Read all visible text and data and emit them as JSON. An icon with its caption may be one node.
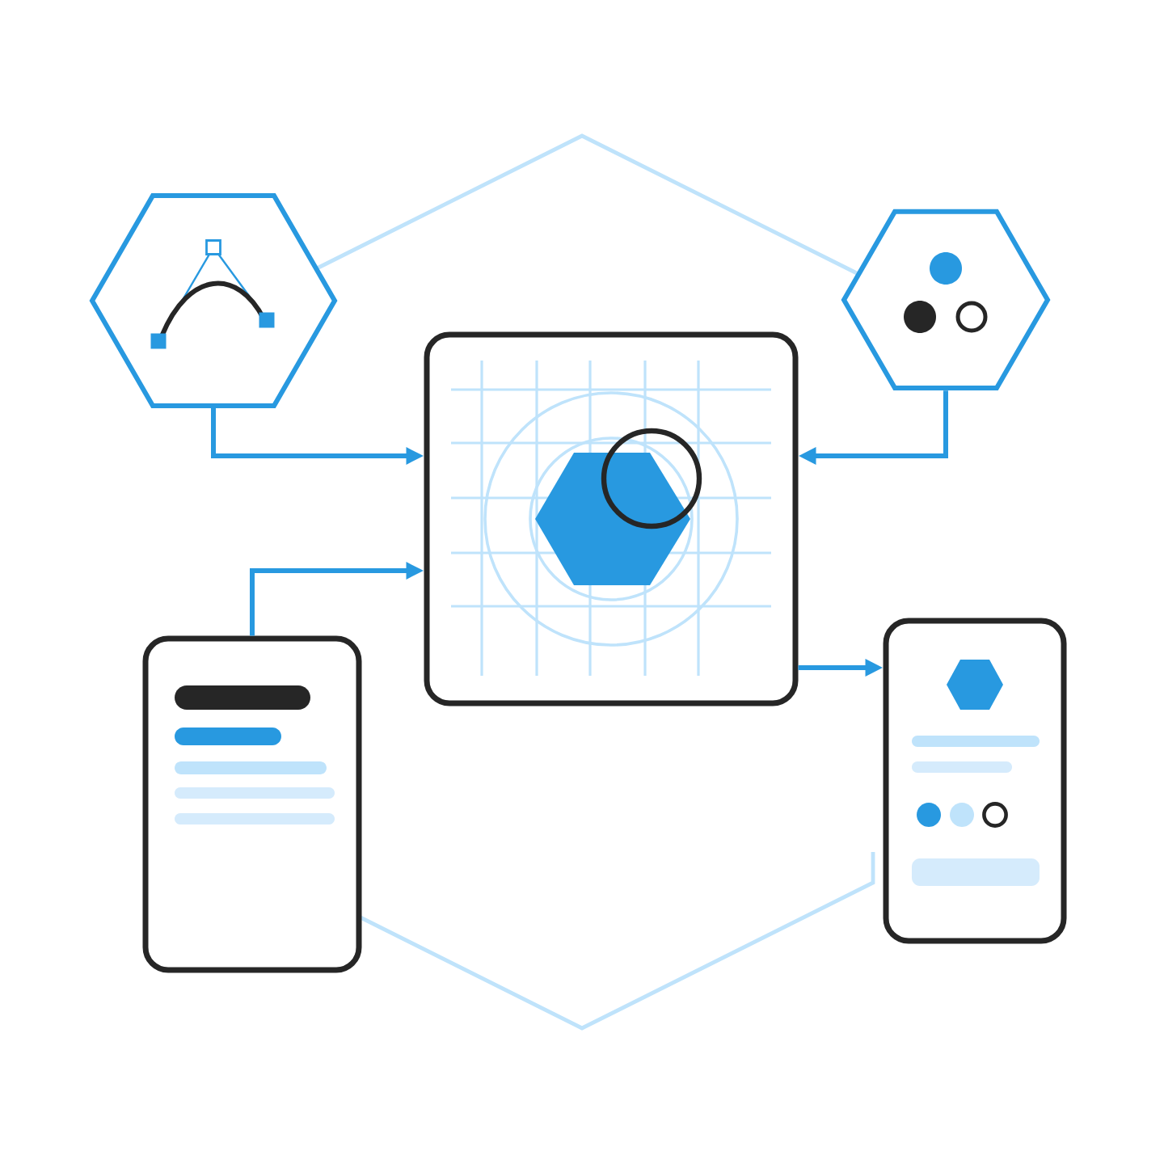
{
  "diagram": {
    "nodes": [
      {
        "text": [],
        "shape": "hexagon"
      },
      {
        "text": [],
        "shape": "hexagon"
      },
      {
        "text": [],
        "shape": "box"
      },
      {
        "text": [],
        "shape": "box"
      },
      {
        "text": [],
        "shape": "box"
      }
    ],
    "edges": [
      {
        "from": 0,
        "to": 2,
        "arrow": "to"
      },
      {
        "from": 1,
        "to": 2,
        "arrow": "to"
      },
      {
        "from": 3,
        "to": 2,
        "arrow": "to"
      },
      {
        "from": 2,
        "to": 4,
        "arrow": "to"
      }
    ]
  }
}
